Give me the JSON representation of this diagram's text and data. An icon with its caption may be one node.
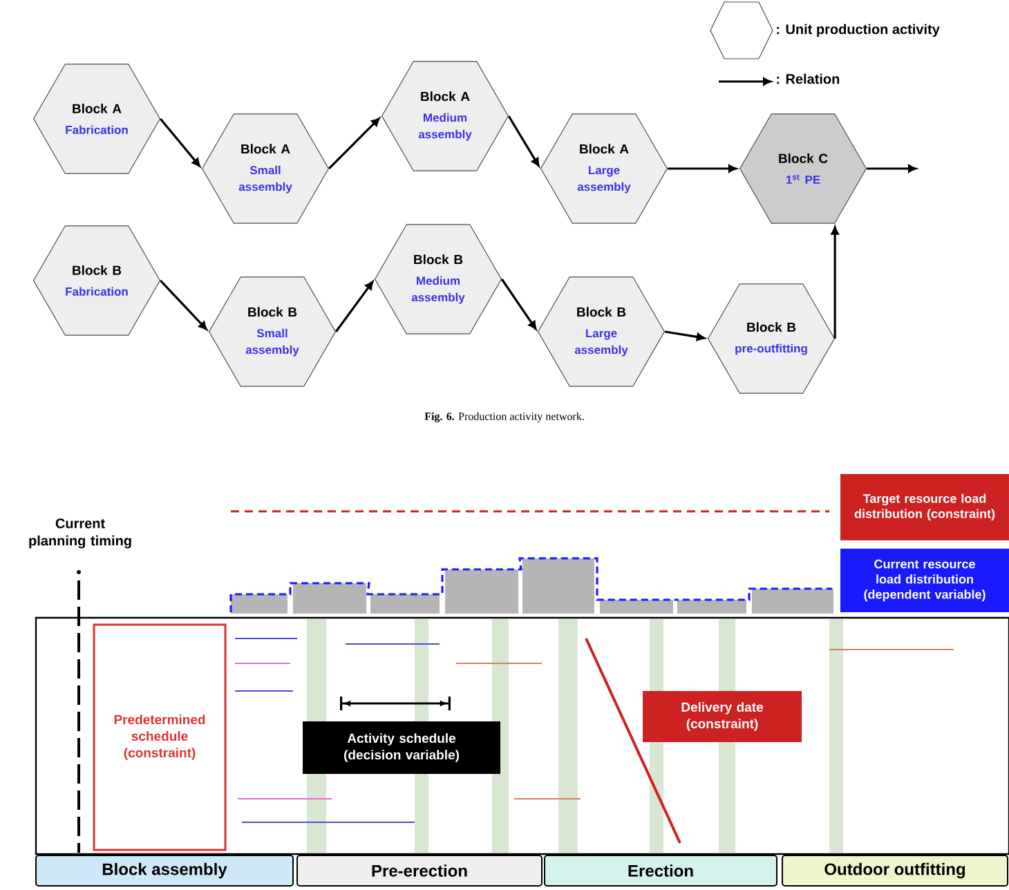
{
  "diagram": {
    "caption": "**Fig. 6.** Production activity network.",
    "nodes": [
      {
        "text": [
          "Block A",
          "Fabrication"
        ]
      },
      {
        "text": [
          "Block A",
          "Small assembly"
        ]
      },
      {
        "text": [
          "Block A",
          "Medium assembly"
        ]
      },
      {
        "text": [
          "Block A",
          "Large assembly"
        ]
      },
      {
        "text": [
          "Block C",
          "1$^{st}$ PE"
        ]
      },
      {
        "text": [
          "Block B",
          "Fabrication"
        ]
      },
      {
        "text": [
          "Block B",
          "Small assembly"
        ]
      },
      {
        "text": [
          "Block B",
          "Medium assembly"
        ]
      },
      {
        "text": [
          "Block B",
          "Large assembly"
        ]
      },
      {
        "text": [
          "Block B",
          "pre-outfitting"
        ]
      },
      {
        "text": [
          "Target resource load distribution (constraint)"
        ]
      },
      {
        "text": [
          "Current resource load distribution (dependent variable)"
        ]
      },
      {
        "text": [],
        "shape": "picture"
      },
      {
        "text": [
          "Predetermined schedule (constraint)"
        ],
        "in": 12
      },
      {
        "text": [
          "Activity schedule (decision variable)"
        ],
        "in": 12
      },
      {
        "text": [
          "Delivery date (constraint)"
        ],
        "in": 12
      },
      {
        "text": [
          "Block assembly"
        ]
      },
      {
        "text": [
          "Pre-erection"
        ]
      },
      {
        "text": [
          "Erection"
        ]
      },
      {
        "text": [
          "Outdoor outfitting"
        ]
      }
    ],
    "edges": [
      {
        "from": 0,
        "to": 1,
        "arrow": "to"
      },
      {
        "from": 1,
        "to": 2,
        "arrow": "to"
      },
      {
        "from": 2,
        "to": 3,
        "arrow": "to"
      },
      {
        "from": 3,
        "to": 4,
        "arrow": "to"
      },
      {
        "from": 4,
        "to": null,
        "arrow": "to"
      },
      {
        "from": 5,
        "to": 6,
        "arrow": "to"
      },
      {
        "from": 6,
        "to": 7,
        "arrow": "to"
      },
      {
        "from": 7,
        "to": 8,
        "arrow": "to"
      },
      {
        "from": 8,
        "to": 9,
        "arrow": "to"
      },
      {
        "from": 9,
        "to": 4,
        "arrow": "to"
      }
    ],
    "labels": [
      "Current planning timing"
    ],
    "legend": [
      {
        "text": ": Unit production activity"
      },
      {
        "text": ": Relation"
      }
    ]
  }
}
